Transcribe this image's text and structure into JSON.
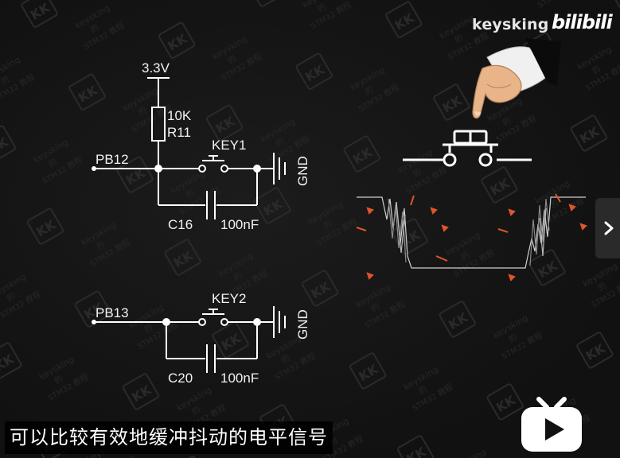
{
  "circuit1": {
    "supply_label": "3.3V",
    "resistor_value": "10K",
    "resistor_ref": "R11",
    "key_label": "KEY1",
    "pin_label": "PB12",
    "gnd_label": "GND",
    "capacitor_ref": "C16",
    "capacitor_value": "100nF"
  },
  "circuit2": {
    "key_label": "KEY2",
    "pin_label": "PB13",
    "gnd_label": "GND",
    "capacitor_ref": "C20",
    "capacitor_value": "100nF"
  },
  "watermark": {
    "logo": "KK",
    "text1": "keysking",
    "text2": "的",
    "text3": "STM32 教程"
  },
  "brand": {
    "author": "keysking",
    "logo": "bilibili"
  },
  "subtitle": "可以比较有效地缓冲抖动的电平信号",
  "colors": {
    "background": "#151515",
    "wire": "#ffffff",
    "spark": "#e0552a",
    "waveform": "#cfcfcf"
  },
  "icons": {
    "next": "chevron-right-icon",
    "play": "tv-play-icon",
    "hand": "pointing-hand-icon"
  }
}
